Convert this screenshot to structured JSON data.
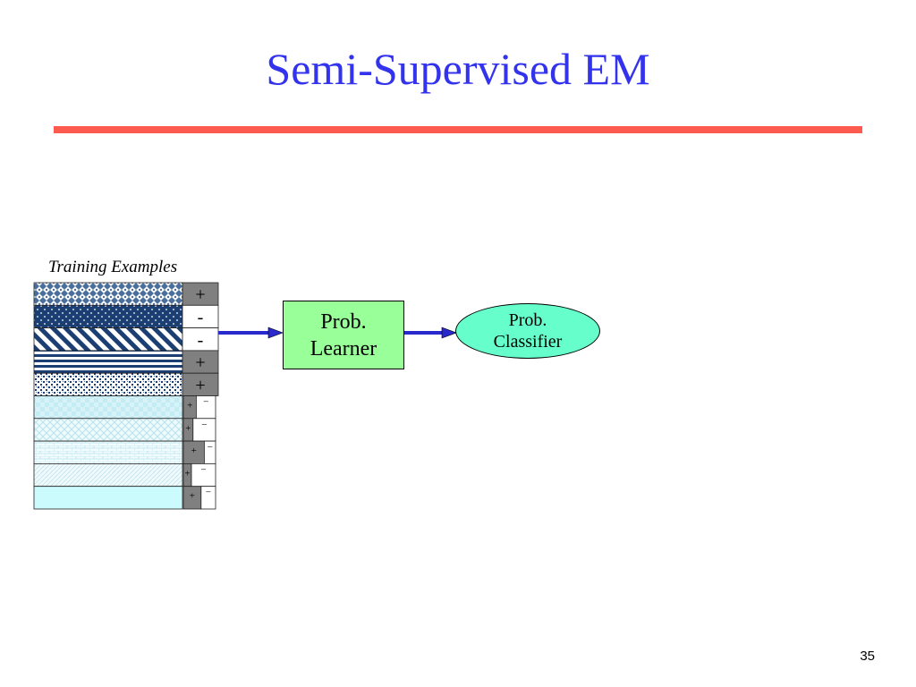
{
  "slide": {
    "title": "Semi-Supervised EM",
    "page_number": "35"
  },
  "diagram": {
    "training_examples_caption": "Training Examples",
    "labeled_examples": [
      {
        "label": "+",
        "pattern": "pat-diamond"
      },
      {
        "label": "-",
        "pattern": "pat-dots"
      },
      {
        "label": "-",
        "pattern": "pat-diag"
      },
      {
        "label": "+",
        "pattern": "pat-horiz"
      },
      {
        "label": "+",
        "pattern": "pat-speckle"
      }
    ],
    "unlabeled_examples": [
      {
        "plus_label": "+",
        "minus_label": "−",
        "pattern": "pat-light-check",
        "split": 0.4
      },
      {
        "plus_label": "+",
        "minus_label": "−",
        "pattern": "pat-light-cross",
        "split": 0.3
      },
      {
        "plus_label": "+",
        "minus_label": "−",
        "pattern": "pat-light-brick",
        "split": 0.65
      },
      {
        "plus_label": "+",
        "minus_label": "−",
        "pattern": "pat-light-diag",
        "split": 0.25
      },
      {
        "plus_label": "+",
        "minus_label": "−",
        "pattern": "pat-light-plain",
        "split": 0.55
      }
    ],
    "learner_line1": "Prob.",
    "learner_line2": "Learner",
    "classifier_line1": "Prob.",
    "classifier_line2": "Classifier"
  },
  "colors": {
    "title": "#3333ee",
    "rule": "#ff5a50",
    "learner_fill": "#99ff99",
    "classifier_fill": "#66ffcc",
    "arrow": "#2a2acc",
    "label_gray": "#808080"
  }
}
